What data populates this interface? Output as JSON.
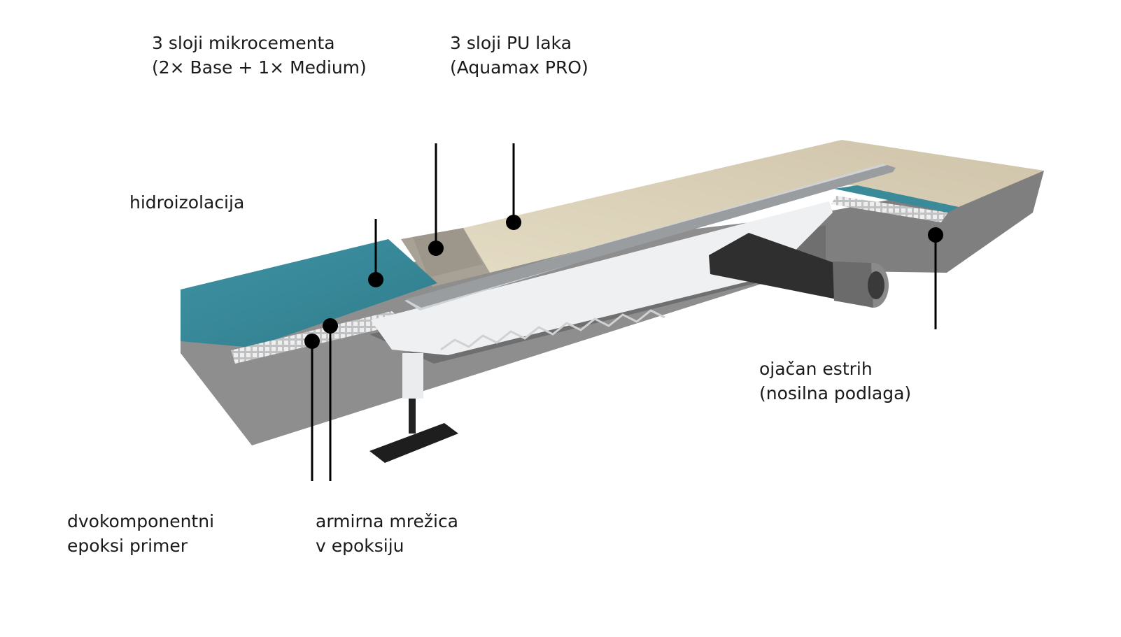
{
  "labels": {
    "microcement": {
      "line1": "3 sloji mikrocementa",
      "line2": "(2× Base + 1× Medium)"
    },
    "pu_lacquer": {
      "line1": "3 sloji PU laka",
      "line2": "(Aquamax PRO)"
    },
    "waterproofing": {
      "line1": "hidroizolacija"
    },
    "screed": {
      "line1": "ojačan estrih",
      "line2": "(nosilna podlaga)"
    },
    "epoxy_primer": {
      "line1": "dvokomponentni",
      "line2": "epoksi primer"
    },
    "mesh": {
      "line1": "armirna mrežica",
      "line2": "v epoksiju"
    }
  },
  "colors": {
    "concrete_side": "#8a8a8a",
    "concrete_top": "#b9b9b9",
    "waterproofing": "#3a8a9a",
    "microcement_top": "#d8ceb6",
    "microcement_edge": "#a59f90",
    "drain_white": "#eef0f2",
    "drain_pipe": "#2f2f2f",
    "callout": "#000000"
  }
}
